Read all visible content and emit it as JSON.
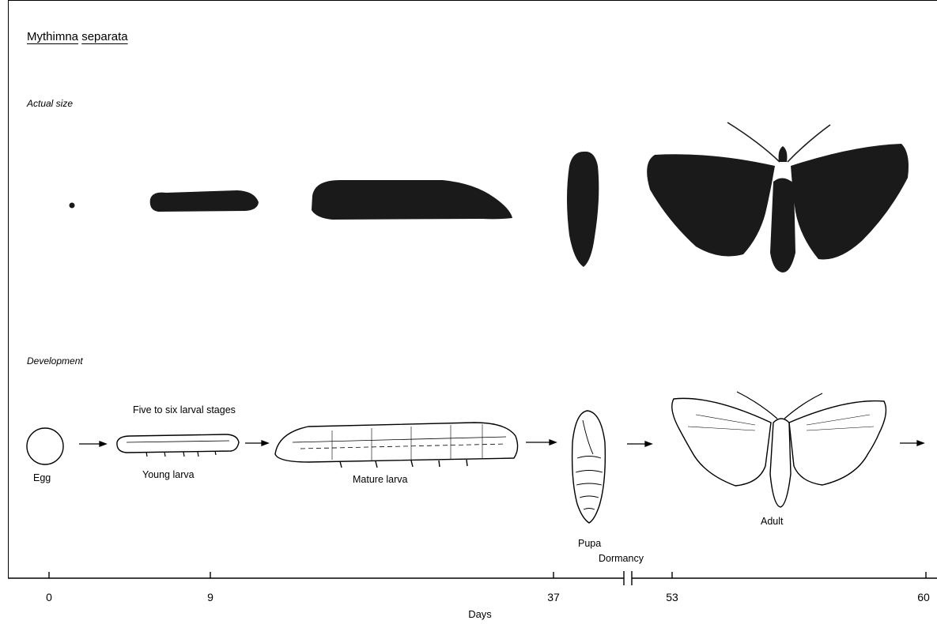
{
  "title": {
    "word1": "Mythimna",
    "word2": "separata"
  },
  "sections": {
    "actual_size": "Actual size",
    "development": "Development"
  },
  "stages": {
    "egg": "Egg",
    "young_larva": "Young larva",
    "mature_larva": "Mature larva",
    "pupa": "Pupa",
    "adult": "Adult",
    "larval_note": "Five to six larval stages",
    "dormancy": "Dormancy"
  },
  "axis": {
    "label": "Days",
    "ticks": [
      "0",
      "9",
      "37",
      "53",
      "60"
    ]
  },
  "colors": {
    "ink": "#000000",
    "silhouette": "#1a1a1a",
    "paper": "#ffffff"
  }
}
